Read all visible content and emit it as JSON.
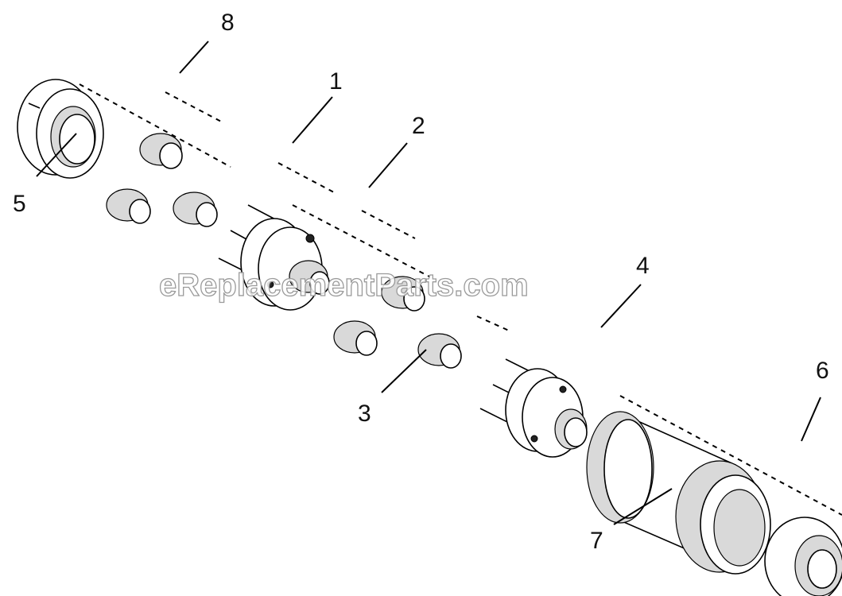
{
  "callouts": [
    {
      "id": "8",
      "text": "8"
    },
    {
      "id": "1",
      "text": "1"
    },
    {
      "id": "2",
      "text": "2"
    },
    {
      "id": "5",
      "text": "5"
    },
    {
      "id": "4",
      "text": "4"
    },
    {
      "id": "6",
      "text": "6"
    },
    {
      "id": "3",
      "text": "3"
    },
    {
      "id": "7",
      "text": "7"
    }
  ],
  "watermark": "eReplacementParts.com"
}
